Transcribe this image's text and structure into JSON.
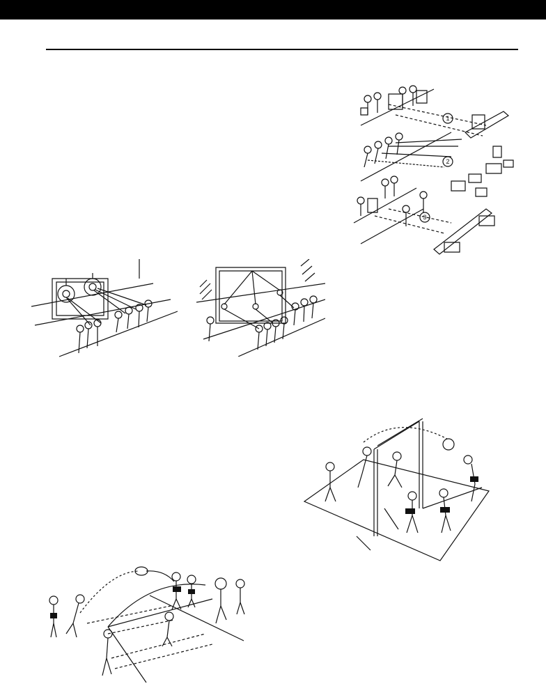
{
  "page": {
    "header_bar_color": "#000000",
    "rule_color": "#000000",
    "ink_color": "#111111"
  },
  "figures": [
    {
      "id": "relay-stations",
      "markers": [
        "1",
        "2",
        "3"
      ]
    },
    {
      "id": "wall-ring-targets"
    },
    {
      "id": "goal-hanging-balls"
    },
    {
      "id": "goal-header-drill"
    },
    {
      "id": "throw-in-drill"
    }
  ]
}
